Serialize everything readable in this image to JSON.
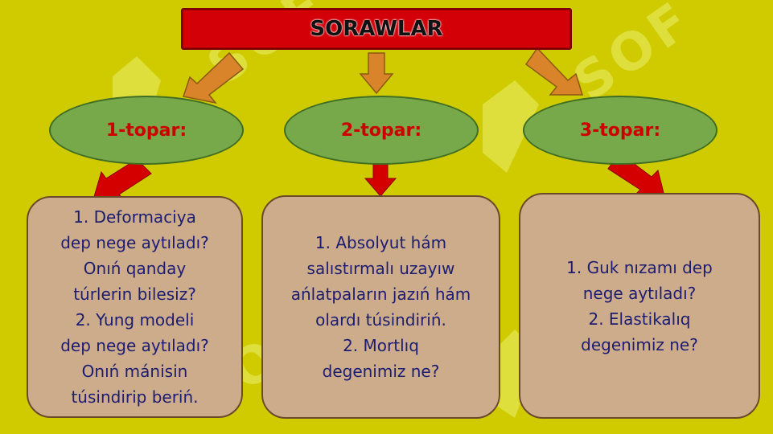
{
  "title": "SORAWLAR",
  "groups": [
    {
      "label": "1-topar:",
      "lines": [
        "1.        Deformaciya",
        "dep nege aytıladı?",
        "Onıń qanday",
        "túrlerin bilesiz?",
        "2.        Yung modeli",
        "dep nege aytıladı?",
        "Onıń mánisin",
        "túsindirip beriń."
      ]
    },
    {
      "label": "2-topar:",
      "lines": [
        "1.        Absolyut hám",
        "salıstırmalı uzayıw",
        "ańlatpaların jazıń hám",
        "olardı túsindiriń.",
        "2.        Mortlıq",
        "degenimiz ne?"
      ]
    },
    {
      "label": "3-topar:",
      "lines": [
        "1.        Guk nızamı dep",
        "nege aytıladı?",
        "2.        Elastikalıq",
        "degenimiz ne?"
      ]
    }
  ],
  "colors": {
    "background": "#cfcb00",
    "title_bar": "#d40008",
    "oval": "#77a84a",
    "oval_text": "#cc0000",
    "box": "#cdac8c",
    "box_text": "#1c1c70",
    "arrow_orange": "#d9842a",
    "arrow_red": "#d40000"
  }
}
